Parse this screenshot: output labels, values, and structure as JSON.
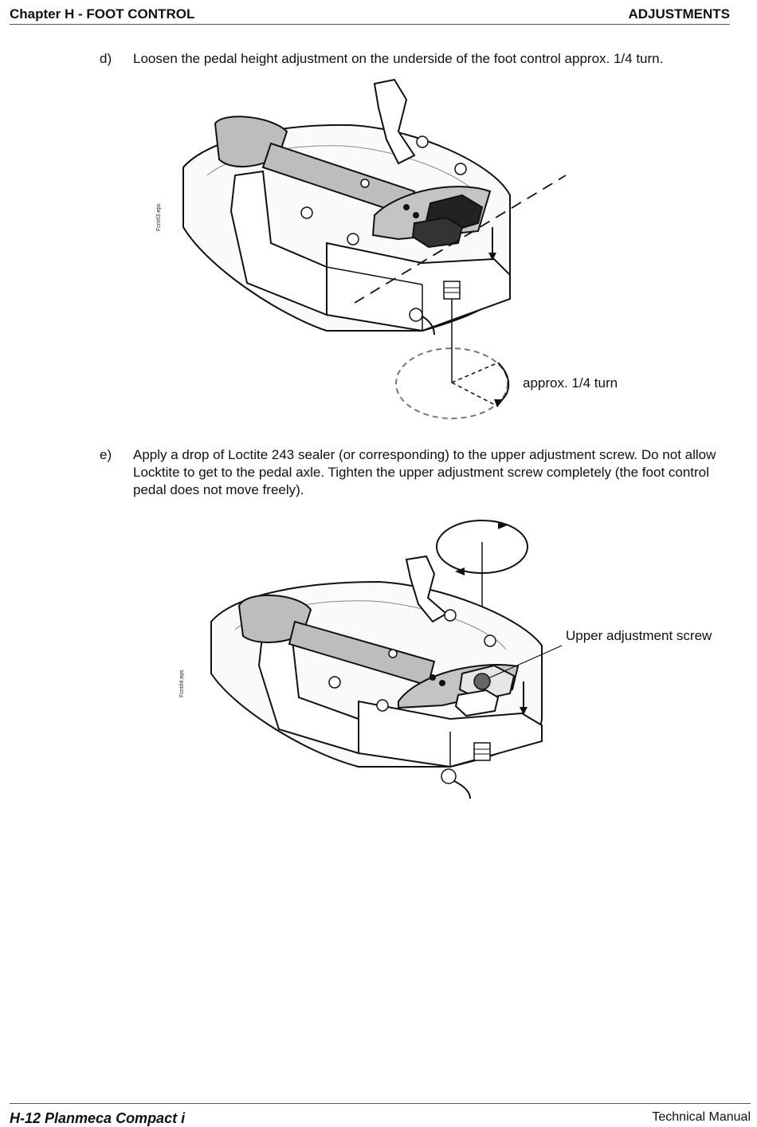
{
  "header": {
    "chapter": "Chapter H - FOOT CONTROL",
    "section": "ADJUSTMENTS"
  },
  "steps": [
    {
      "letter": "d)",
      "text": "Loosen the pedal height adjustment on the underside of the foot control approx. 1/4 turn."
    },
    {
      "letter": "e)",
      "text": "Apply a drop of Loctite 243 sealer (or corresponding) to the upper adjustment screw. Do not allow Locktite to get to the pedal axle. Tighten the upper adjustment screw completely (the foot control pedal does not move freely)."
    }
  ],
  "figures": [
    {
      "file_tag": "Fcntrl3.eps",
      "callout": "approx. 1/4 turn"
    },
    {
      "file_tag": "Fcntrl4.eps",
      "callout": "Upper adjustment screw"
    }
  ],
  "footer": {
    "page_ref": "H-12  Planmeca Compact i",
    "manual": "Technical Manual"
  },
  "colors": {
    "ink": "#111111",
    "line_gray": "#555555",
    "part_gray": "#bdbdbd",
    "block_dark": "#222222"
  }
}
